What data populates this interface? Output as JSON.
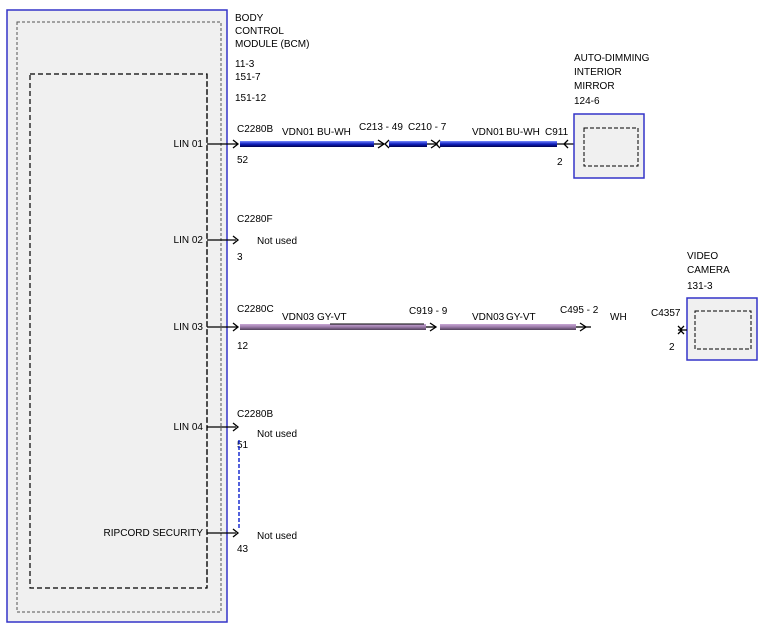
{
  "bcm": {
    "title_lines": [
      "BODY",
      "CONTROL",
      "MODULE (BCM)",
      "11-3",
      "151-7",
      "151-12"
    ],
    "pins": [
      {
        "label": "LIN 01",
        "connector": "C2280B",
        "pin": "52",
        "status": ""
      },
      {
        "label": "LIN 02",
        "connector": "C2280F",
        "pin": "3",
        "status": "Not used"
      },
      {
        "label": "LIN 03",
        "connector": "C2280C",
        "pin": "12",
        "status": ""
      },
      {
        "label": "LIN 04",
        "connector": "C2280B",
        "pin": "51",
        "status": "Not used"
      },
      {
        "label": "RIPCORD SECURITY",
        "connector": "",
        "pin": "43",
        "status": "Not used"
      }
    ]
  },
  "circuit_lin01": {
    "circuit1": "VDN01",
    "color1": "BU-WH",
    "splice1": "C213 - 49",
    "splice2": "C210 - 7",
    "circuit2": "VDN01",
    "color2": "BU-WH",
    "end_connector": "C911",
    "end_pin": "2",
    "wire_color": "#1a2fd0"
  },
  "circuit_lin03": {
    "circuit1": "VDN03",
    "color1": "GY-VT",
    "splice1": "C919 - 9",
    "circuit2": "VDN03",
    "color2": "GY-VT",
    "end_connector": "C495 - 2",
    "end_color": "WH",
    "wire_color": "#b48cb4"
  },
  "mirror": {
    "title_lines": [
      "AUTO-DIMMING",
      "INTERIOR",
      "MIRROR",
      "124-6"
    ]
  },
  "camera": {
    "title_lines": [
      "VIDEO",
      "CAMERA",
      "131-3"
    ],
    "connector": "C4357",
    "pin": "2"
  },
  "colors": {
    "module_border": "#3434c8",
    "module_fill": "#f0f0f0"
  }
}
